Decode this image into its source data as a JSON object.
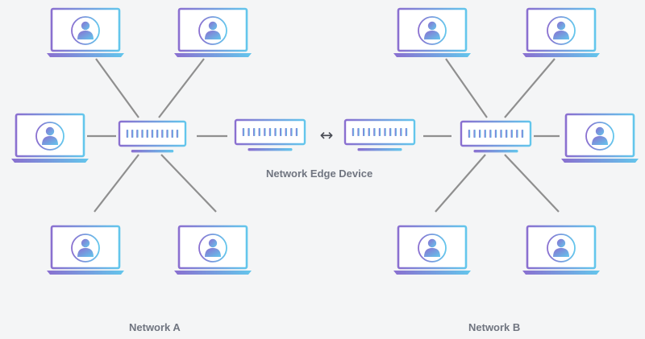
{
  "labels": {
    "edge_device": "Network Edge Device",
    "network_a": "Network A",
    "network_b": "Network B",
    "link_symbol": "↔"
  },
  "icons": {
    "laptop": "laptop-user-icon",
    "switch": "network-switch-icon",
    "link": "bidirectional-arrow-icon"
  },
  "colors": {
    "background": "#f4f5f6",
    "gradient_start": "#8a6fd0",
    "gradient_end": "#63c6ec",
    "connector": "#8f8f8f",
    "label_text": "#707580",
    "screen_fill": "#ffffff"
  }
}
